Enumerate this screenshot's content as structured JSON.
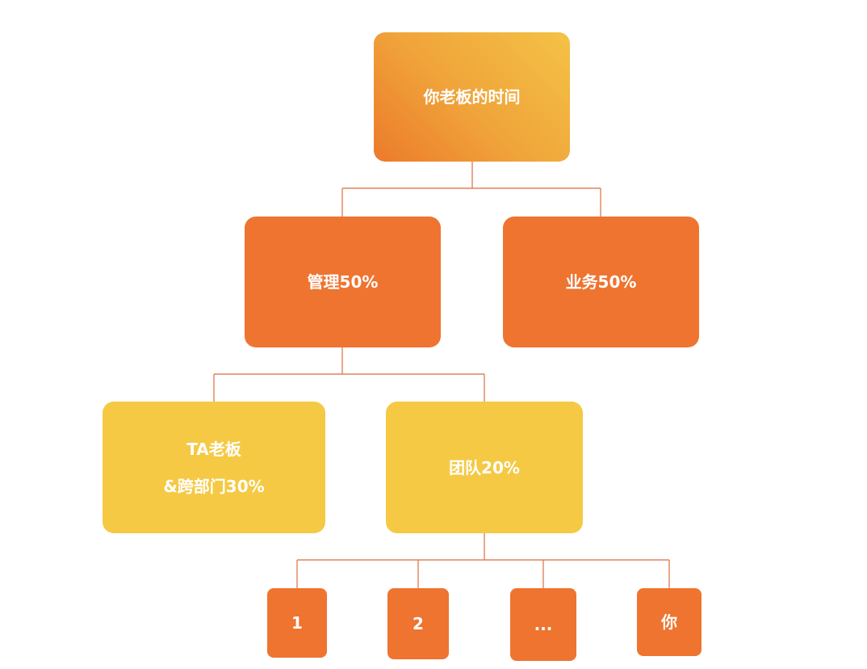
{
  "colors": {
    "root_gradient": [
      "#f4c246",
      "#ec7a2b"
    ],
    "level_orange": "#ee7430",
    "level_yellow": "#f5c944",
    "connector": "#e0825a",
    "text": "#ffffff"
  },
  "diagram": {
    "root": {
      "label": "你老板的时间"
    },
    "management": {
      "label": "管理50%"
    },
    "business": {
      "label": "业务50%"
    },
    "ta_boss": {
      "line1": "TA老板",
      "line2": "&跨部门30%"
    },
    "team": {
      "label": "团队20%"
    },
    "members": [
      {
        "label": "1"
      },
      {
        "label": "2"
      },
      {
        "label": "..."
      },
      {
        "label": "你"
      }
    ]
  }
}
